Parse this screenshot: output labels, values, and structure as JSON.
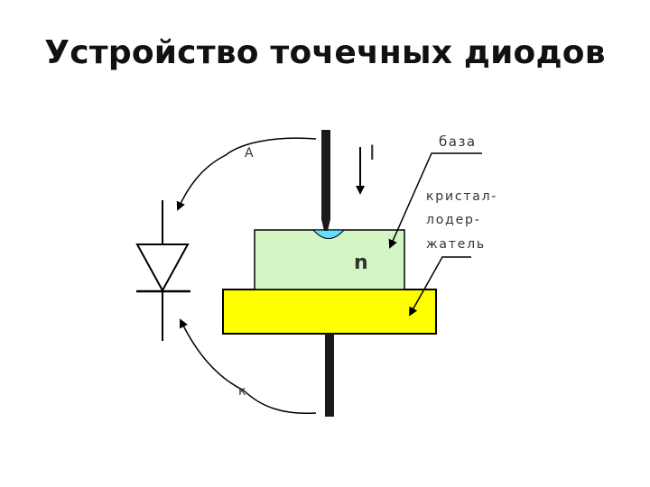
{
  "title": "Устройство точечных диодов",
  "labels": {
    "anode": "A",
    "cathode": "к",
    "current": "I",
    "base": "база",
    "holder_line1": "кристал-",
    "holder_line2": "лодер-",
    "holder_line3": "жатель",
    "crystal_type": "n"
  },
  "colors": {
    "crystal": "#d4f5c4",
    "holder": "#ffff00",
    "contact": "#66ddff",
    "wire": "#1a1a1a",
    "stroke": "#000000"
  }
}
